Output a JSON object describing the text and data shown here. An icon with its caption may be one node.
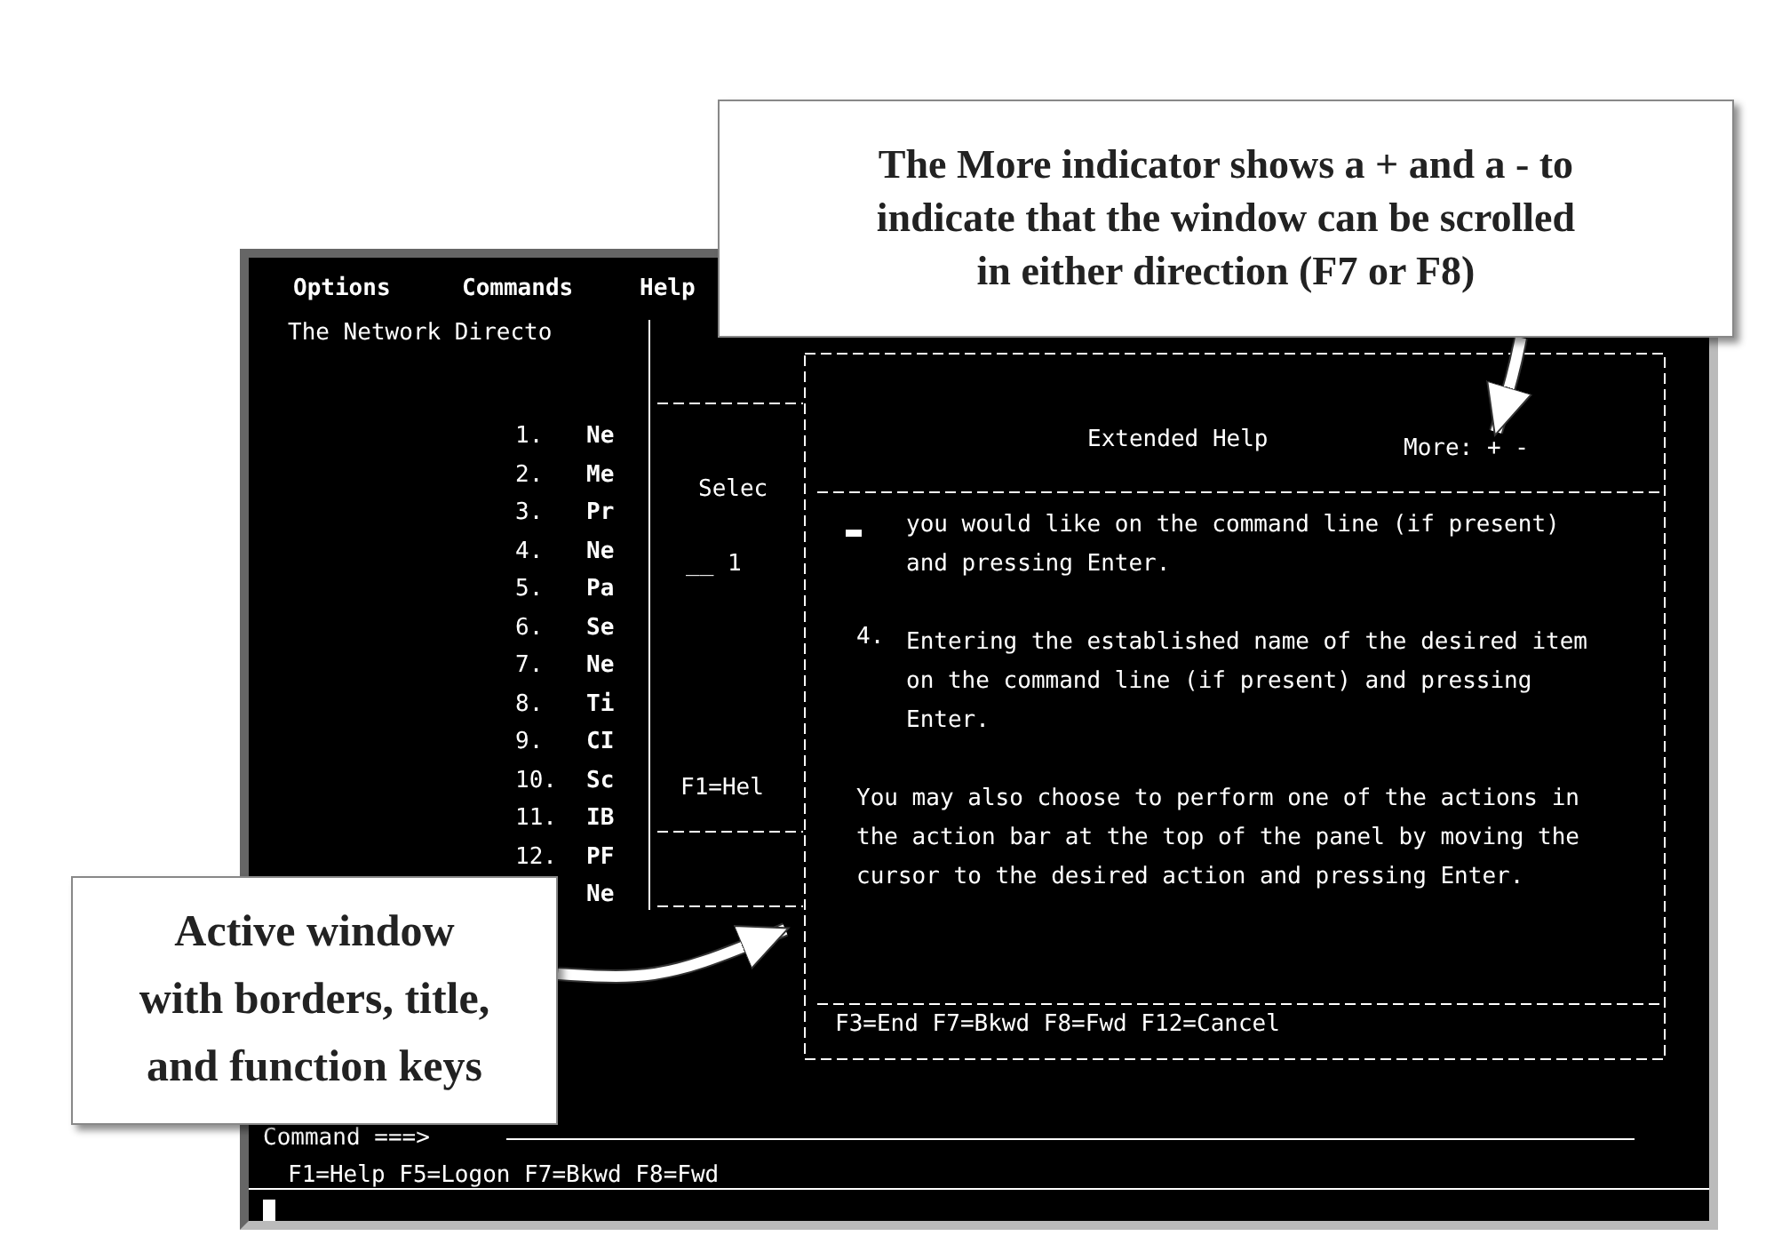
{
  "diagram": {
    "nodes": [
      {
        "text": [
          "The More indicator shows a + and a - to indicate that the window can be scrolled in either direction (F7 or F8)"
        ]
      },
      {
        "text": [
          "Options",
          "Commands",
          "Help",
          "The Network Directo",
          "1.",
          "Ne",
          "2.",
          "Me",
          "3.",
          "Pr",
          "4.",
          "Ne",
          "5.",
          "Pa",
          "6.",
          "Se",
          "7.",
          "Ne",
          "8.",
          "Ti",
          "9.",
          "CI",
          "10.",
          "Sc",
          "11.",
          "IB",
          "12.",
          "PF",
          "Ne",
          "Command ===>",
          "F1=Help F5=Logon F7=Bkwd F8=Fwd"
        ]
      },
      {
        "text": [
          "Selec",
          "__ 1",
          "F1=Hel"
        ],
        "in": 1
      },
      {
        "text": [
          "Extended Help",
          "you would like on the command line (if present) and pressing Enter.",
          "4.",
          "Entering the established name of the desired item on the command line (if present) and pressing Enter.",
          "You may also choose to perform one of the actions in the action bar at the top of the panel by moving the cursor to the desired action and pressing Enter.",
          "F3=End F7=Bkwd F8=Fwd F12=Cancel"
        ],
        "in": 1
      },
      {
        "text": [
          "More: + -"
        ],
        "in": 3
      },
      {
        "text": [
          "Active window with borders, title, and function keys"
        ]
      }
    ],
    "edges": [
      {
        "from": 0,
        "to": 4,
        "arrow": "to"
      },
      {
        "from": 5,
        "to": 3,
        "arrow": "to"
      }
    ]
  }
}
